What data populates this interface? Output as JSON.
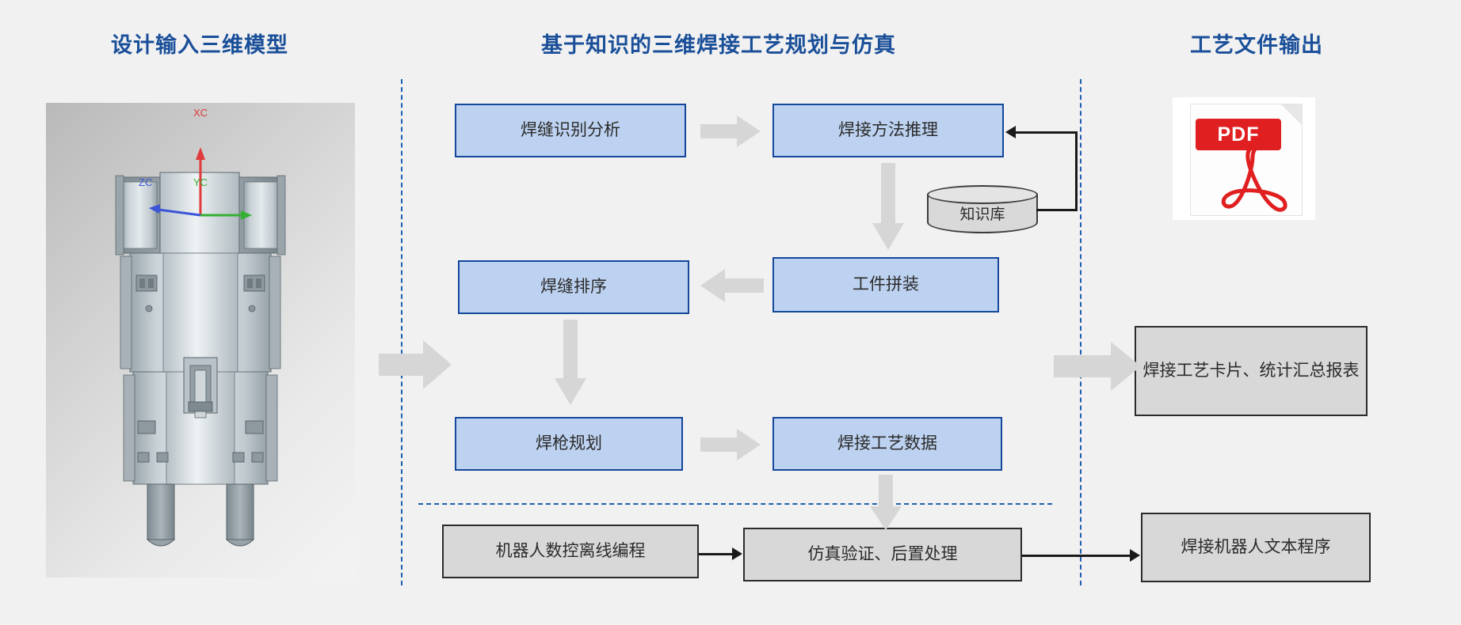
{
  "titles": {
    "left": "设计输入三维模型",
    "center": "基于知识的三维焊接工艺规划与仿真",
    "right": "工艺文件输出"
  },
  "cad_viewport": {
    "axes": {
      "x": "XC",
      "y": "YC",
      "z": "ZC"
    },
    "axis_colors": {
      "x": "#e03a3a",
      "y": "#35b035",
      "z": "#3b55d8"
    }
  },
  "flow": {
    "weld_recognition": "焊缝识别分析",
    "weld_method_reasoning": "焊接方法推理",
    "knowledge_base": "知识库",
    "weld_sequencing": "焊缝排序",
    "workpiece_assembly": "工件拼装",
    "torch_planning": "焊枪规划",
    "welding_process_data": "焊接工艺数据",
    "robot_offline_programming": "机器人数控离线编程",
    "simulation_postprocess": "仿真验证、后置处理"
  },
  "outputs": {
    "pdf_label": "PDF",
    "process_card_report": "焊接工艺卡片、统计汇总报表",
    "robot_text_program": "焊接机器人文本程序"
  },
  "colors": {
    "title_blue": "#1a4f99",
    "box_blue_fill": "#bdd2f0",
    "box_blue_border": "#15479b",
    "box_gray_fill": "#d8d8d8",
    "box_gray_border": "#2b2b2b",
    "arrow_gray": "#d6d6d6",
    "divider_blue": "#1f5fb0",
    "background": "#f1f1f1"
  }
}
